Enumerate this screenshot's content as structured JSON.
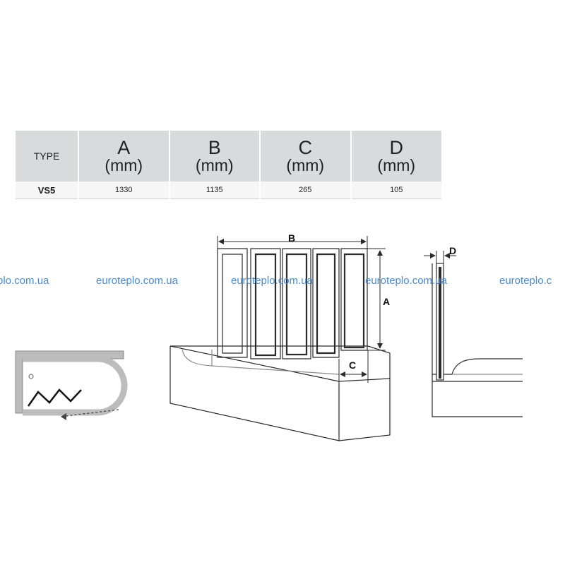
{
  "table": {
    "header": {
      "type": "TYPE",
      "columns": [
        {
          "letter": "A",
          "unit": "(mm)"
        },
        {
          "letter": "B",
          "unit": "(mm)"
        },
        {
          "letter": "C",
          "unit": "(mm)"
        },
        {
          "letter": "D",
          "unit": "(mm)"
        }
      ]
    },
    "rows": [
      {
        "type": "VS5",
        "values": [
          "1330",
          "1135",
          "265",
          "105"
        ]
      }
    ]
  },
  "watermark": {
    "items": [
      "plo.com.ua",
      "euroteplo.com.ua",
      "euroteplo.com.ua",
      "euroteplo.com.ua",
      "euroteplo.c"
    ]
  },
  "diagram": {
    "labels": {
      "a": "A",
      "b": "B",
      "c": "C",
      "d": "D"
    },
    "colors": {
      "outline": "#2b2b2b",
      "light_outline": "#8a8a8a",
      "plan_gray": "#bcbcbc",
      "watermark": "#4a8bc9"
    }
  }
}
